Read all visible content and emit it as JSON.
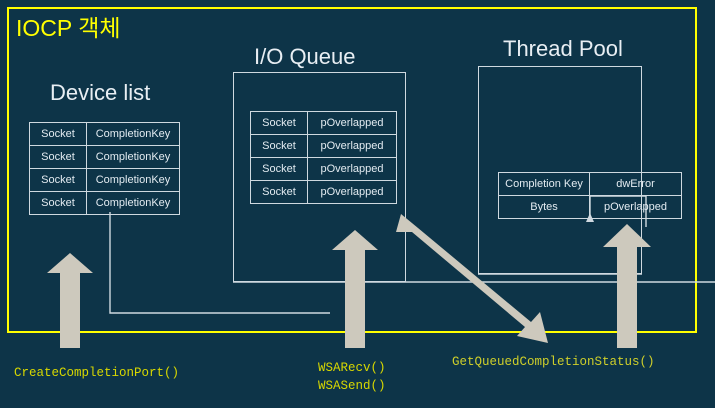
{
  "diagram": {
    "title": "IOCP 객체",
    "accent_yellow": "#ffff00",
    "background": "#0d3448",
    "arrow_color": "#cdc9bd",
    "line_color": "#cfd9e0",
    "text_color": "#e3ebf1",
    "code_color": "#d8d800"
  },
  "sections": {
    "device_list": {
      "title": "Device list"
    },
    "io_queue": {
      "title": "I/O Queue"
    },
    "thread_pool": {
      "title": "Thread Pool"
    }
  },
  "tables": {
    "device_list": {
      "rows": [
        {
          "col1": "Socket",
          "col2": "CompletionKey"
        },
        {
          "col1": "Socket",
          "col2": "CompletionKey"
        },
        {
          "col1": "Socket",
          "col2": "CompletionKey"
        },
        {
          "col1": "Socket",
          "col2": "CompletionKey"
        }
      ]
    },
    "io_queue": {
      "rows": [
        {
          "col1": "Socket",
          "col2": "pOverlapped"
        },
        {
          "col1": "Socket",
          "col2": "pOverlapped"
        },
        {
          "col1": "Socket",
          "col2": "pOverlapped"
        },
        {
          "col1": "Socket",
          "col2": "pOverlapped"
        }
      ]
    },
    "thread_pool": {
      "rows": [
        {
          "col1": "Completion Key",
          "col2": "dwError"
        },
        {
          "col1": "Bytes",
          "col2": "pOverlapped"
        }
      ]
    }
  },
  "api_labels": {
    "create_completion_port": "CreateCompletionPort()",
    "wsa_recv": "WSARecv()",
    "wsa_send": "WSASend()",
    "get_queued_completion_status": "GetQueuedCompletionStatus()"
  },
  "arrows": {
    "device_list_arrow": "up-block-arrow",
    "io_queue_arrow": "up-block-arrow",
    "thread_pool_arrow": "up-block-arrow",
    "dequeue_arrow": "diagonal-down-right-block-arrow",
    "overlapped_link_arrow": "thin-up-arrow"
  }
}
